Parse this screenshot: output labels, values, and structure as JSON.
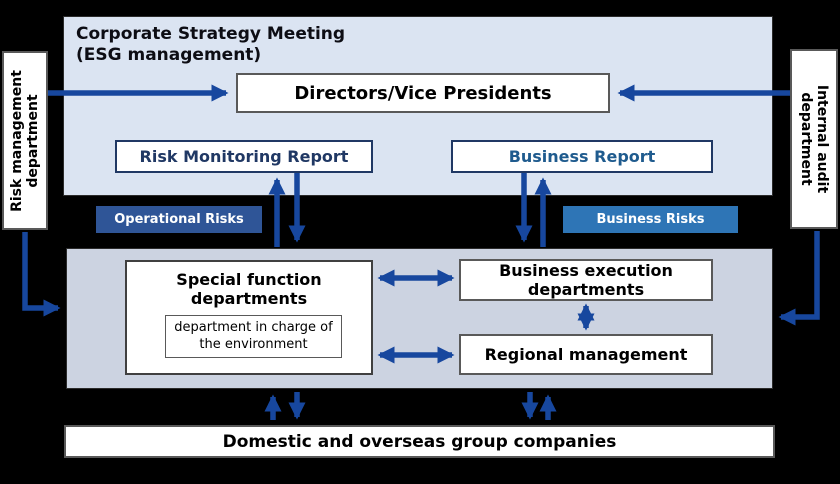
{
  "colors": {
    "canvas-bg": "#000000",
    "panel-top-bg": "#dbe4f2",
    "panel-bottom-bg": "#ccd3e1",
    "arrow": "#17479e",
    "navy": "#203864",
    "report-blue": "#1f5b8e",
    "badge-operational-bg": "#2f5597",
    "badge-business-bg": "#2e75b6",
    "box-border": "#595959"
  },
  "top_panel": {
    "title_line1": "Corporate Strategy Meeting",
    "title_line2": "(ESG management)",
    "directors_box": "Directors/Vice Presidents",
    "risk_monitoring_report": "Risk Monitoring Report",
    "business_report": "Business Report"
  },
  "side_boxes": {
    "risk_management": "Risk management department",
    "internal_audit": "Internal audit department"
  },
  "badges": {
    "operational_risks": "Operational Risks",
    "business_risks": "Business Risks"
  },
  "bottom_panel": {
    "special_function": "Special function departments",
    "environment_dept": "department in charge of the environment",
    "business_execution": "Business execution departments",
    "regional_management": "Regional management"
  },
  "footer": {
    "group_companies": "Domestic and overseas group companies"
  }
}
